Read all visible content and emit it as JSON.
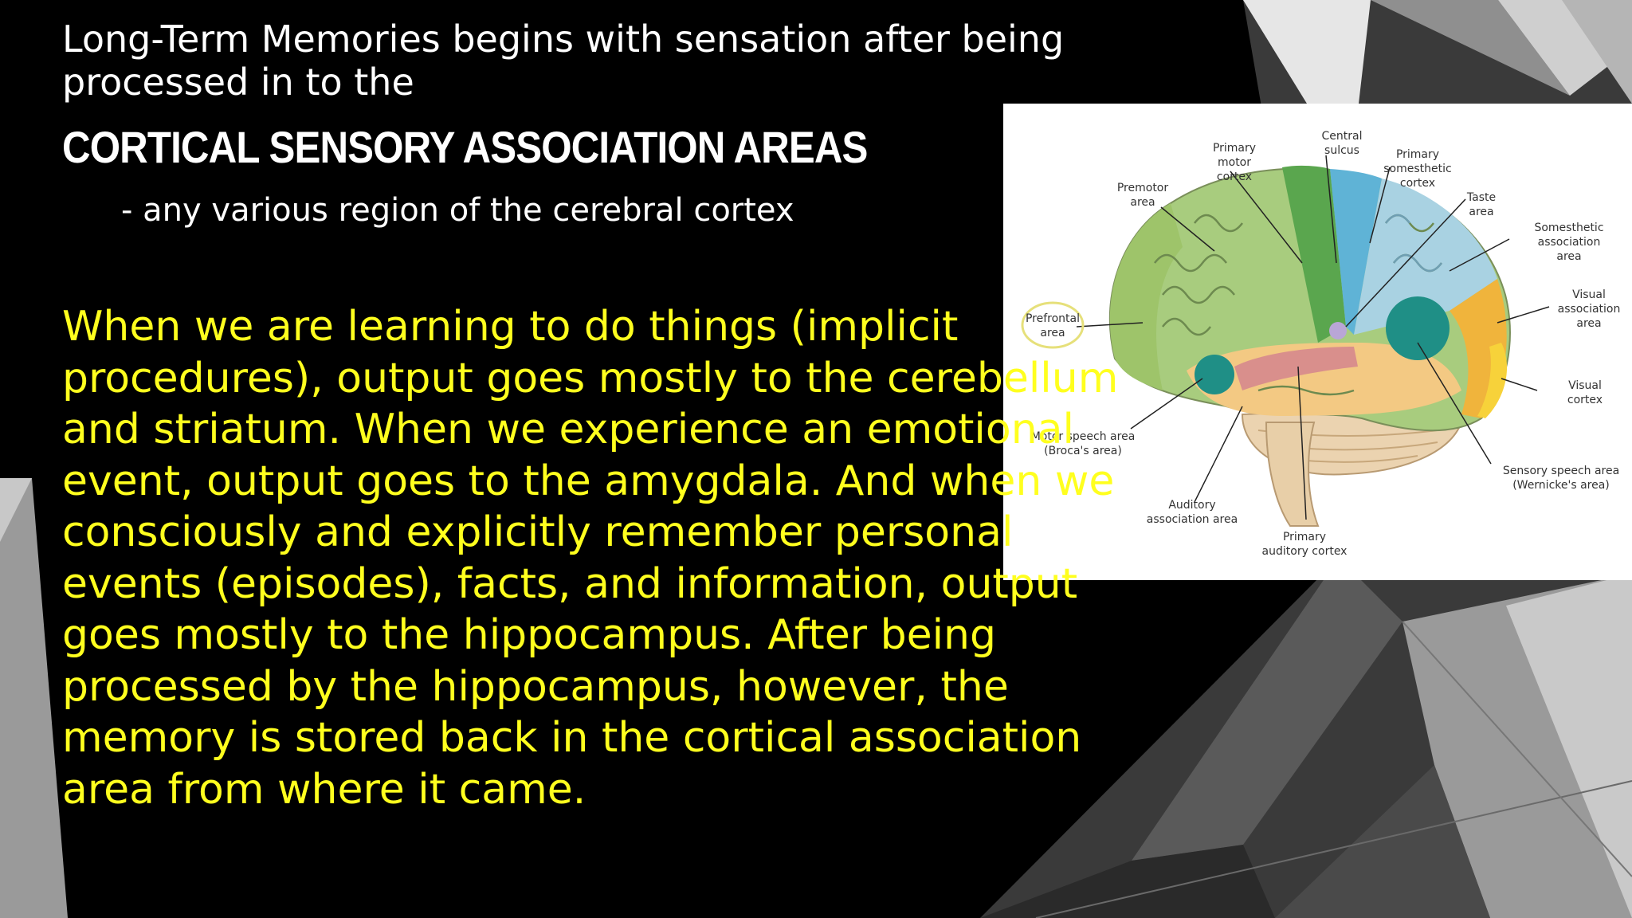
{
  "slide": {
    "intro_line1": "Long-Term Memories begins with sensation after being",
    "intro_line2": "processed in to the",
    "heading": "CORTICAL SENSORY ASSOCIATION AREAS",
    "definition": "- any various region of the cerebral cortex",
    "body_lines": [
      "When we are learning to do things (implicit",
      "procedures), output goes mostly to the cerebellum",
      "and striatum. When we experience an emotional",
      "event, output goes to the amygdala. And when we",
      "consciously and explicitly remember personal",
      "events (episodes), facts, and information, output",
      "goes mostly to the hippocampus. After being",
      "processed by the hippocampus, however, the",
      "memory is stored back in the cortical association",
      "area from where it came."
    ],
    "colors": {
      "background": "#000000",
      "body_text": "#ffff1e",
      "heading_text": "#ffffff"
    }
  },
  "brain_diagram": {
    "labels": {
      "premotor": [
        "Premotor",
        "area"
      ],
      "primary_motor": [
        "Primary",
        "motor",
        "cortex"
      ],
      "central_sulcus": [
        "Central",
        "sulcus"
      ],
      "primary_somesthetic": [
        "Primary",
        "somesthetic",
        "cortex"
      ],
      "taste": [
        "Taste",
        "area"
      ],
      "somesthetic_assoc": [
        "Somesthetic",
        "association",
        "area"
      ],
      "visual_assoc": [
        "Visual",
        "association",
        "area"
      ],
      "prefrontal": [
        "Prefrontal",
        "area"
      ],
      "visual_cortex": [
        "Visual",
        "cortex"
      ],
      "motor_speech": [
        "Motor speech area",
        "(Broca's area)"
      ],
      "sensory_speech": [
        "Sensory speech area",
        "(Wernicke's area)"
      ],
      "auditory_assoc": [
        "Auditory",
        "association area"
      ],
      "primary_auditory": [
        "Primary",
        "auditory cortex"
      ]
    },
    "region_colors": {
      "prefrontal": "#9ec46a",
      "premotor": "#a8cc7e",
      "motor": "#5aa64e",
      "somesthetic": "#5fb3d6",
      "somesthetic_assoc": "#a9d2e2",
      "visual_assoc": "#f0b43c",
      "visual_cortex": "#f7d23a",
      "speech": "#1f8f86",
      "auditory": "#d98f8c",
      "temporal": "#f3c983",
      "cerebellum": "#ebd3b0"
    }
  }
}
